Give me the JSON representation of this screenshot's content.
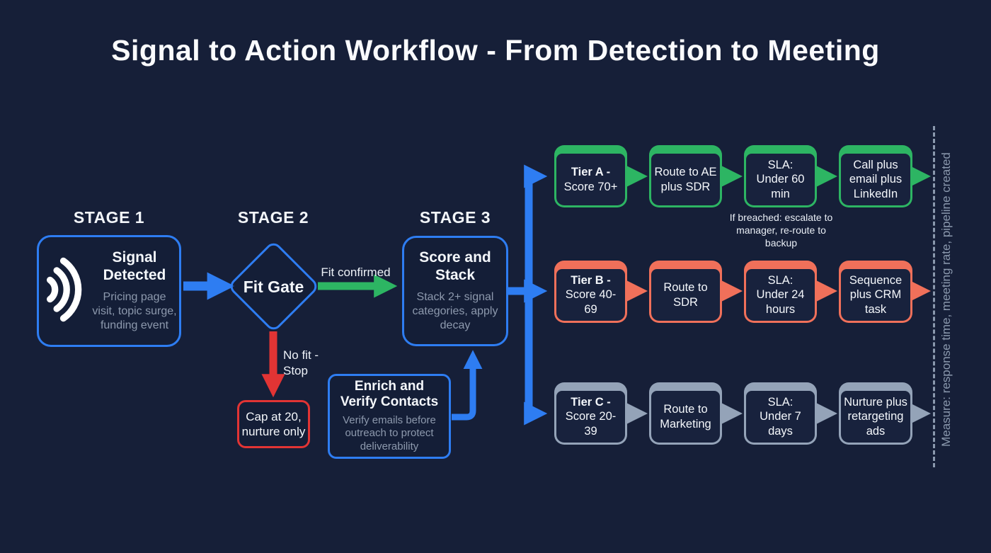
{
  "title": "Signal to Action Workflow - From Detection to Meeting",
  "stages": {
    "stage1": {
      "label": "STAGE 1",
      "title": "Signal Detected",
      "subtitle": "Pricing page visit, topic surge, funding event",
      "icon": "signal-waves-icon"
    },
    "stage2": {
      "label": "STAGE 2",
      "title": "Fit Gate"
    },
    "stage3": {
      "label": "STAGE 3",
      "title": "Score and Stack",
      "subtitle": "Stack 2+ signal categories, apply decay"
    }
  },
  "edges": {
    "fit_confirmed": "Fit confirmed",
    "no_fit": "No fit - Stop"
  },
  "no_fit_box": {
    "text": "Cap at 20, nurture only"
  },
  "enrich_box": {
    "title": "Enrich and Verify Contacts",
    "subtitle": "Verify emails before outreach to protect deliverability"
  },
  "tiers": [
    {
      "name": "Tier A",
      "color": "#2db563",
      "boxes": [
        {
          "title_bold": "Tier A -",
          "title_rest": "Score 70+"
        },
        {
          "text": "Route to AE plus SDR"
        },
        {
          "text": "SLA: Under 60 min"
        },
        {
          "text": "Call plus email plus LinkedIn"
        }
      ],
      "note": "If breached: escalate to manager, re-route to backup"
    },
    {
      "name": "Tier B",
      "color": "#f0705a",
      "boxes": [
        {
          "title_bold": "Tier B -",
          "title_rest": "Score 40-69"
        },
        {
          "text": "Route to SDR"
        },
        {
          "text": "SLA: Under 24 hours"
        },
        {
          "text": "Sequence plus CRM task"
        }
      ]
    },
    {
      "name": "Tier C",
      "color": "#94a3b8",
      "boxes": [
        {
          "title_bold": "Tier C -",
          "title_rest": "Score 20-39"
        },
        {
          "text": "Route to Marketing"
        },
        {
          "text": "SLA: Under 7 days"
        },
        {
          "text": "Nurture plus retargeting ads"
        }
      ]
    }
  ],
  "measure_label": "Measure: response time, meeting rate, pipeline created",
  "colors": {
    "background": "#161f38",
    "blue": "#2e7df2",
    "green": "#2db563",
    "orange": "#f0705a",
    "slate": "#94a3b8",
    "red": "#e23434",
    "muted_text": "#8d99ad",
    "dashed_line": "#8b99ae"
  }
}
